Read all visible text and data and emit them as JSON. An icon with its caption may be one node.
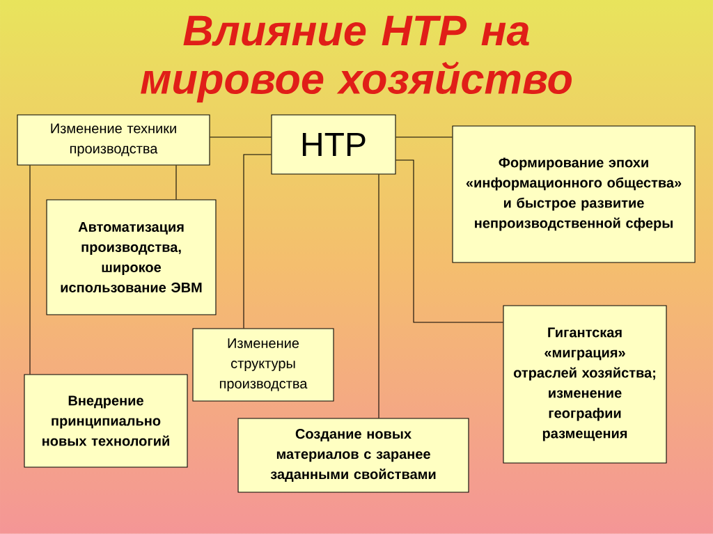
{
  "diagram": {
    "title": "Влияние НТР на мировое хозяйство",
    "nodes": [
      {
        "text": [
          "НТР"
        ]
      },
      {
        "text": [
          "Изменение техники производства"
        ]
      },
      {
        "text": [
          "Автоматизация производства, широкое использование ЭВМ"
        ]
      },
      {
        "text": [
          "Внедрение принципиально новых технологий"
        ]
      },
      {
        "text": [
          "Формирование эпохи «информационного общества» и быстрое развитие непроизводственной сферы"
        ]
      },
      {
        "text": [
          "Изменение структуры производства"
        ]
      },
      {
        "text": [
          "Создание новых материалов с заранее заданными свойствами"
        ]
      },
      {
        "text": [
          "Гигантская «миграция» отраслей хозяйства; изменение географии размещения"
        ]
      }
    ],
    "edges": [
      {
        "from": 0,
        "to": 1,
        "arrow": "none"
      },
      {
        "from": 0,
        "to": 4,
        "arrow": "none"
      },
      {
        "from": 1,
        "to": 2,
        "arrow": "none"
      },
      {
        "from": 1,
        "to": 3,
        "arrow": "none"
      },
      {
        "from": 0,
        "to": 5,
        "arrow": "none"
      },
      {
        "from": 0,
        "to": 6,
        "arrow": "none"
      },
      {
        "from": 0,
        "to": 7,
        "arrow": "none"
      }
    ]
  }
}
